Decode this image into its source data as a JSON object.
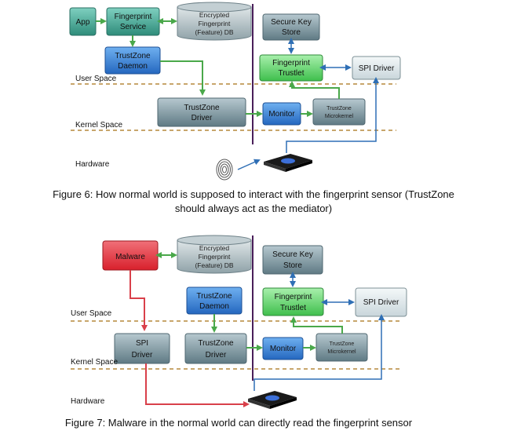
{
  "figure6": {
    "nodes": {
      "app": "App",
      "fp_service": [
        "Fingerprint",
        "Service"
      ],
      "db": [
        "Encrypted",
        "Fingerprint",
        "(Feature) DB"
      ],
      "secure_key": [
        "Secure Key",
        "Store"
      ],
      "tz_daemon": [
        "TrustZone",
        "Daemon"
      ],
      "fp_trustlet": [
        "Fingerprint",
        "Trustlet"
      ],
      "spi_driver": "SPI Driver",
      "tz_driver": [
        "TrustZone",
        "Driver"
      ],
      "monitor": "Monitor",
      "tz_micro": [
        "TrustZone",
        "Microkernel"
      ]
    },
    "labels": {
      "user_space": "User Space",
      "kernel_space": "Kernel Space",
      "hardware": "Hardware"
    },
    "caption": [
      "Figure 6: How normal world is supposed to interact with the fingerprint sensor (TrustZone",
      "should always act as the mediator)"
    ]
  },
  "figure7": {
    "nodes": {
      "malware": "Malware",
      "db": [
        "Encrypted",
        "Fingerprint",
        "(Feature) DB"
      ],
      "secure_key": [
        "Secure Key",
        "Store"
      ],
      "tz_daemon": [
        "TrustZone",
        "Daemon"
      ],
      "fp_trustlet": [
        "Fingerprint",
        "Trustlet"
      ],
      "spi_driver_sec": "SPI Driver",
      "spi_driver_normal": [
        "SPI",
        "Driver"
      ],
      "tz_driver": [
        "TrustZone",
        "Driver"
      ],
      "monitor": "Monitor",
      "tz_micro": [
        "TrustZone",
        "Microkernel"
      ]
    },
    "labels": {
      "user_space": "User Space",
      "kernel_space": "Kernel Space",
      "hardware": "Hardware"
    },
    "caption": "Figure 7: Malware in the normal world can directly read the fingerprint sensor"
  },
  "colors": {
    "teal_box": "#3c9c8a",
    "gray_box": "#6e8892",
    "blue_box": "#2f79d1",
    "green_box": "#5fd46a",
    "red_box": "#e0303a",
    "arrow_green": "#4aa84a",
    "arrow_blue": "#2f6fb5",
    "arrow_red": "#d9404a",
    "divider_purple": "#4a1f5a",
    "dash_line": "#c8a66c"
  }
}
